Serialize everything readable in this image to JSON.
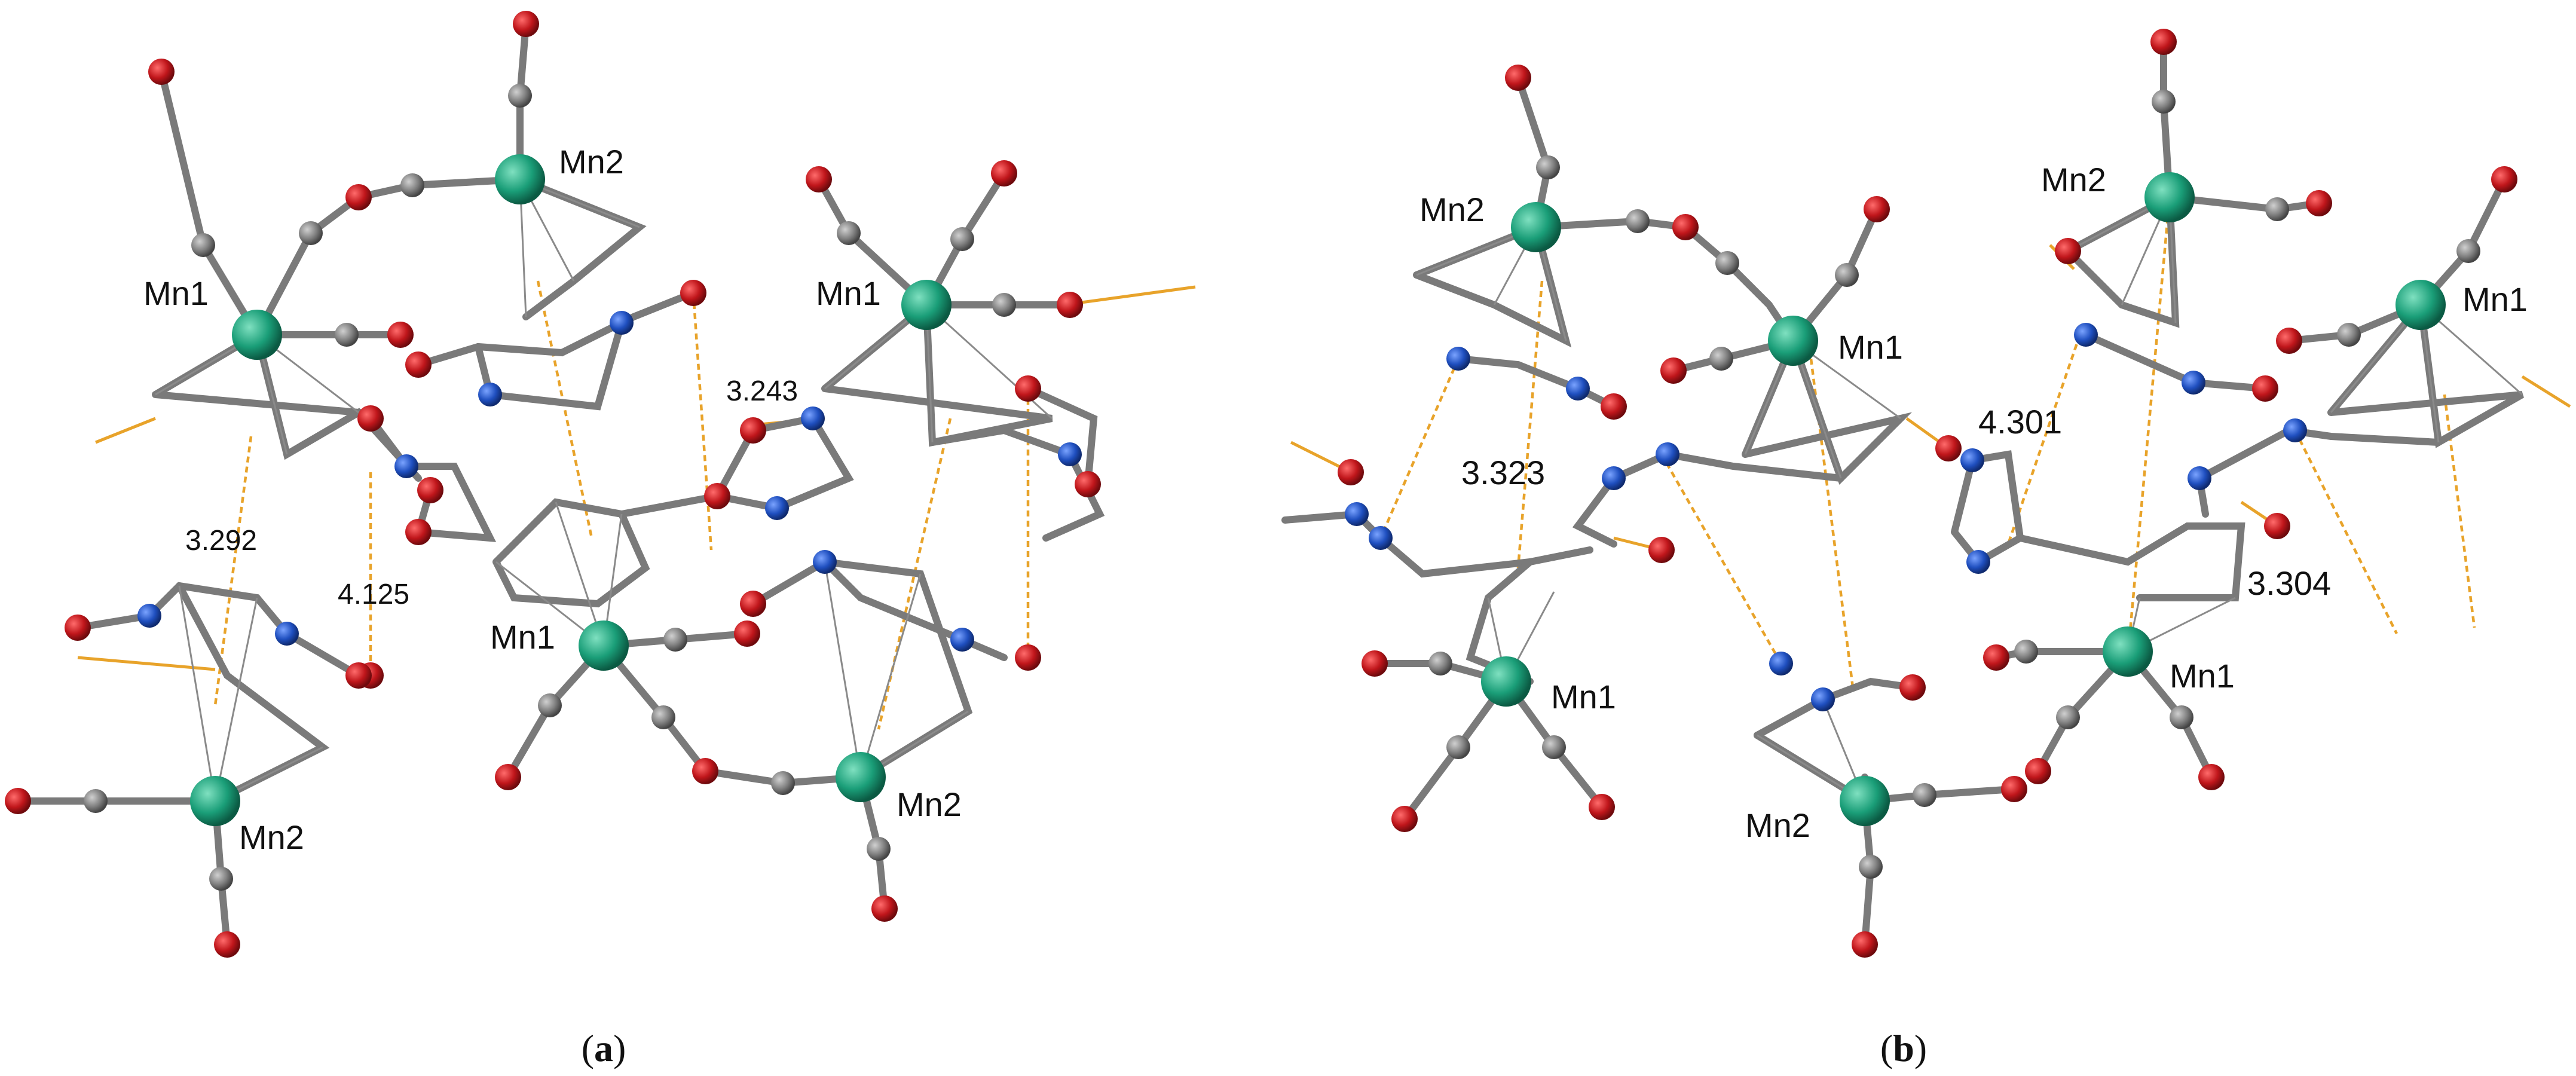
{
  "panels": [
    {
      "caption_open": "(",
      "caption_letter": "a",
      "caption_close": ")",
      "metal_labels": [
        "Mn2",
        "Mn1",
        "Mn1",
        "Mn1",
        "Mn2",
        "Mn2"
      ],
      "distances": [
        "3.243",
        "3.292",
        "4.125"
      ]
    },
    {
      "caption_open": "(",
      "caption_letter": "b",
      "caption_close": ")",
      "metal_labels": [
        "Mn2",
        "Mn2",
        "Mn1",
        "Mn1",
        "Mn1",
        "Mn1",
        "Mn2"
      ],
      "distances": [
        "3.323",
        "4.301",
        "3.304"
      ]
    }
  ],
  "colors": {
    "manganese": "#1a9e78",
    "oxygen": "#c0161b",
    "nitrogen": "#1f4fbf",
    "carbon": "#808080",
    "bond": "#7a7a7a",
    "contact": "#e8a32a"
  }
}
